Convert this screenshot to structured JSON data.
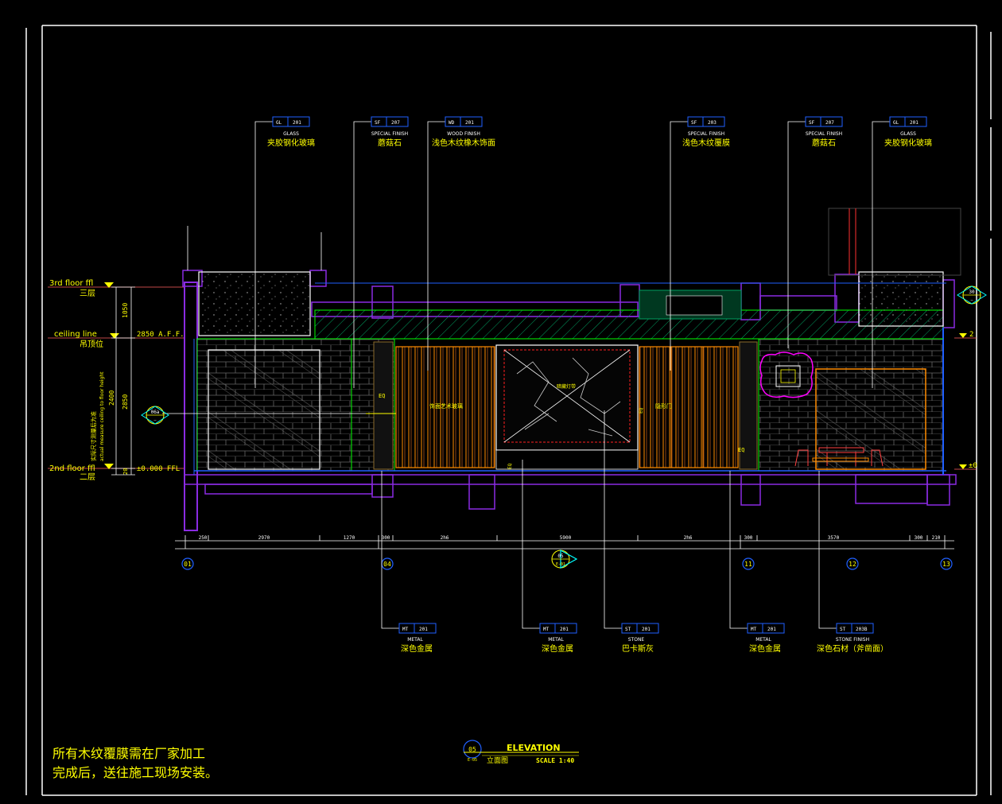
{
  "levels": {
    "third": {
      "en": "3rd floor ffl",
      "cn": "三层"
    },
    "ceiling": {
      "en": "ceiling line",
      "cn": "吊顶位",
      "value": "2850 A.F.F."
    },
    "second": {
      "en": "2nd floor ffl",
      "cn": "二层",
      "value": "±0.000 FFL"
    }
  },
  "vertical_dims": [
    "1050",
    "2400",
    "2850",
    "20"
  ],
  "vertical_note": [
    "实际尺寸测量后为准",
    "actual measure ceiling to floor height"
  ],
  "top_callouts": [
    {
      "code": "GL",
      "num": "201",
      "cat": "GLASS",
      "cn": "夹胶钢化玻璃"
    },
    {
      "code": "SF",
      "num": "207",
      "cat": "SPECIAL FINISH",
      "cn": "蘑菇石"
    },
    {
      "code": "WD",
      "num": "201",
      "cat": "WOOD FINISH",
      "cn": "浅色木纹橡木饰面"
    },
    {
      "code": "SF",
      "num": "203",
      "cat": "SPECIAL FINISH",
      "cn": "浅色木纹覆膜"
    },
    {
      "code": "SF",
      "num": "207",
      "cat": "SPECIAL FINISH",
      "cn": "蘑菇石"
    },
    {
      "code": "GL",
      "num": "201",
      "cat": "GLASS",
      "cn": "夹胶钢化玻璃"
    }
  ],
  "bottom_callouts": [
    {
      "code": "MT",
      "num": "201",
      "cat": "METAL",
      "cn": "深色金属"
    },
    {
      "code": "MT",
      "num": "201",
      "cat": "METAL",
      "cn": "深色金属"
    },
    {
      "code": "ST",
      "num": "201",
      "cat": "STONE",
      "cn": "巴卡斯灰"
    },
    {
      "code": "MT",
      "num": "201",
      "cat": "METAL",
      "cn": "深色金属"
    },
    {
      "code": "ST",
      "num": "203B",
      "cat": "STONE FINISH",
      "cn": "深色石材（斧凿面）"
    }
  ],
  "h_dims": [
    "250",
    "2970",
    "1270",
    "300",
    "2h6",
    "5900",
    "2h6",
    "300",
    "3570",
    "300",
    "210"
  ],
  "grids": [
    "01",
    "04",
    "11",
    "12",
    "13"
  ],
  "section_tags": [
    {
      "num": "06a",
      "sheet": "—"
    },
    {
      "num": "05",
      "sheet": "E-01"
    },
    {
      "num": "30",
      "sheet": "—"
    }
  ],
  "inline_labels": [
    "EQ",
    "EQ",
    "EQ",
    "EQ",
    "饰面艺术玻璃",
    "暗藏灯带",
    "隐形门"
  ],
  "right_levels": [
    "2",
    "±0"
  ],
  "title": {
    "num": "05",
    "en": "ELEVATION",
    "cn": "立面图",
    "scale": "SCALE 1:40",
    "sheet": "E-05"
  },
  "note": [
    "所有木纹覆膜需在厂家加工",
    "完成后，送往施工现场安装。"
  ],
  "colors": {
    "yellow": "#ffff00",
    "green": "#00ff00",
    "magenta": "#ff00ff",
    "purple": "#8a2be2",
    "blue": "#2060ff",
    "orange": "#ff8c00",
    "cyan": "#00ffff"
  }
}
